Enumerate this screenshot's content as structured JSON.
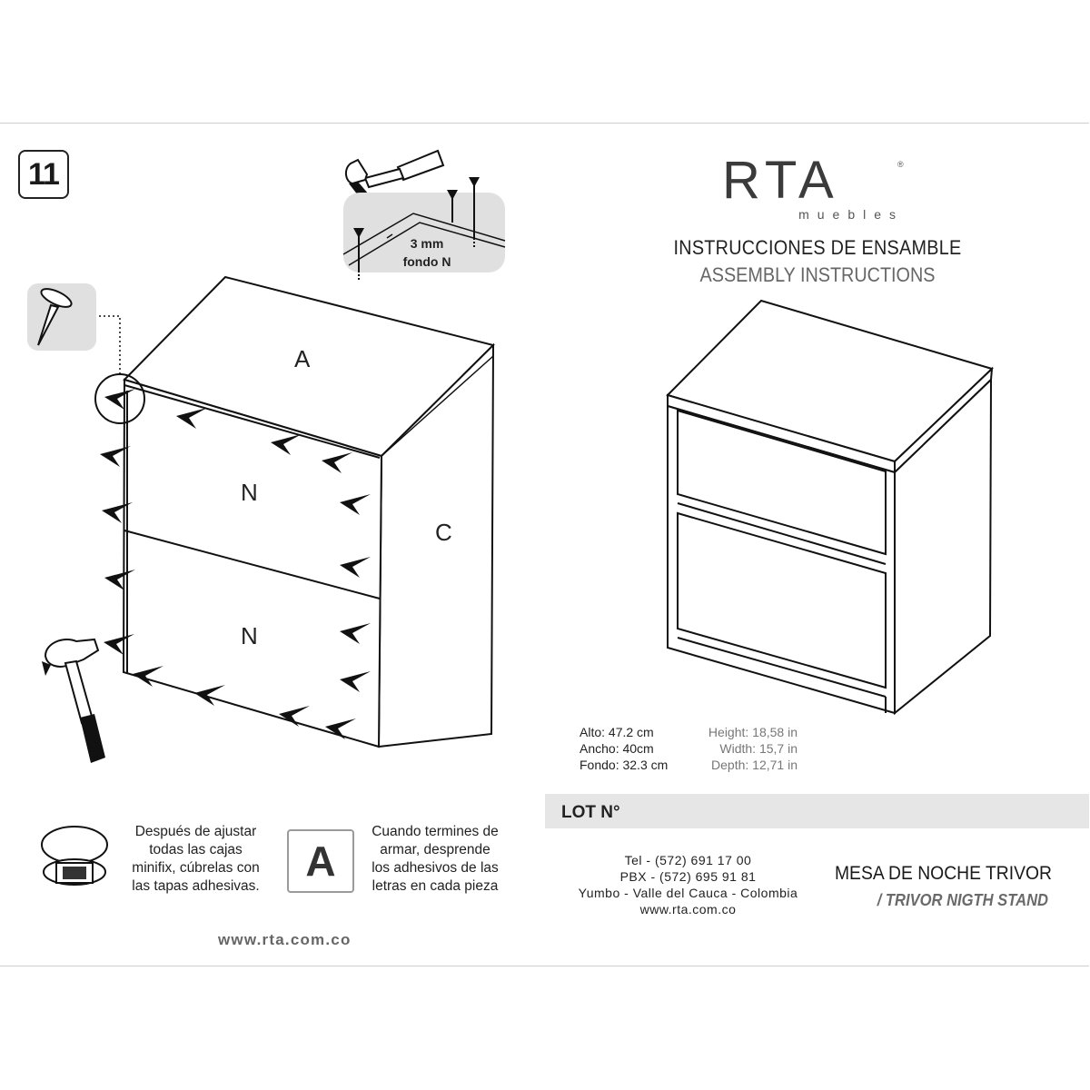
{
  "step": {
    "number": "11"
  },
  "brand": {
    "name": "RTA",
    "sub": "muebles",
    "registered": "®"
  },
  "title": {
    "es": "INSTRUCCIONES DE ENSAMBLE",
    "en": "ASSEMBLY INSTRUCTIONS"
  },
  "diagram": {
    "nail_note": {
      "size": "3 mm",
      "part": "fondo N"
    },
    "panels": {
      "top": "A",
      "front_upper": "N",
      "front_lower": "N",
      "side": "C"
    }
  },
  "dimensions": {
    "es": [
      "Alto: 47.2 cm",
      "Ancho: 40cm",
      "Fondo: 32.3 cm"
    ],
    "en": [
      "Height: 18,58 in",
      "Width: 15,7 in",
      "Depth: 12,71 in"
    ]
  },
  "lot": {
    "label": "LOT N°"
  },
  "contact": {
    "lines": [
      "Tel - (572) 691 17 00",
      "PBX - (572) 695 91 81",
      "Yumbo - Valle del Cauca - Colombia",
      "www.rta.com.co"
    ]
  },
  "product": {
    "name_es": "MESA DE NOCHE TRIVOR",
    "name_en": "/ TRIVOR NIGTH STAND"
  },
  "notes": {
    "minifix": [
      "Después de ajustar",
      "todas las cajas",
      "minifix, cúbrelas con",
      "las tapas adhesivas."
    ],
    "letter_badge": "A",
    "adhesive": [
      "Cuando termines de",
      "armar, desprende",
      "los adhesivos de las",
      "letras en cada pieza"
    ]
  },
  "footer": {
    "website": "www.rta.com.co"
  },
  "colors": {
    "ink": "#1a1a1a",
    "grey_panel": "#e0e0e0",
    "lot_bar": "#e6e6e6",
    "brand": "#3b3b3b"
  }
}
